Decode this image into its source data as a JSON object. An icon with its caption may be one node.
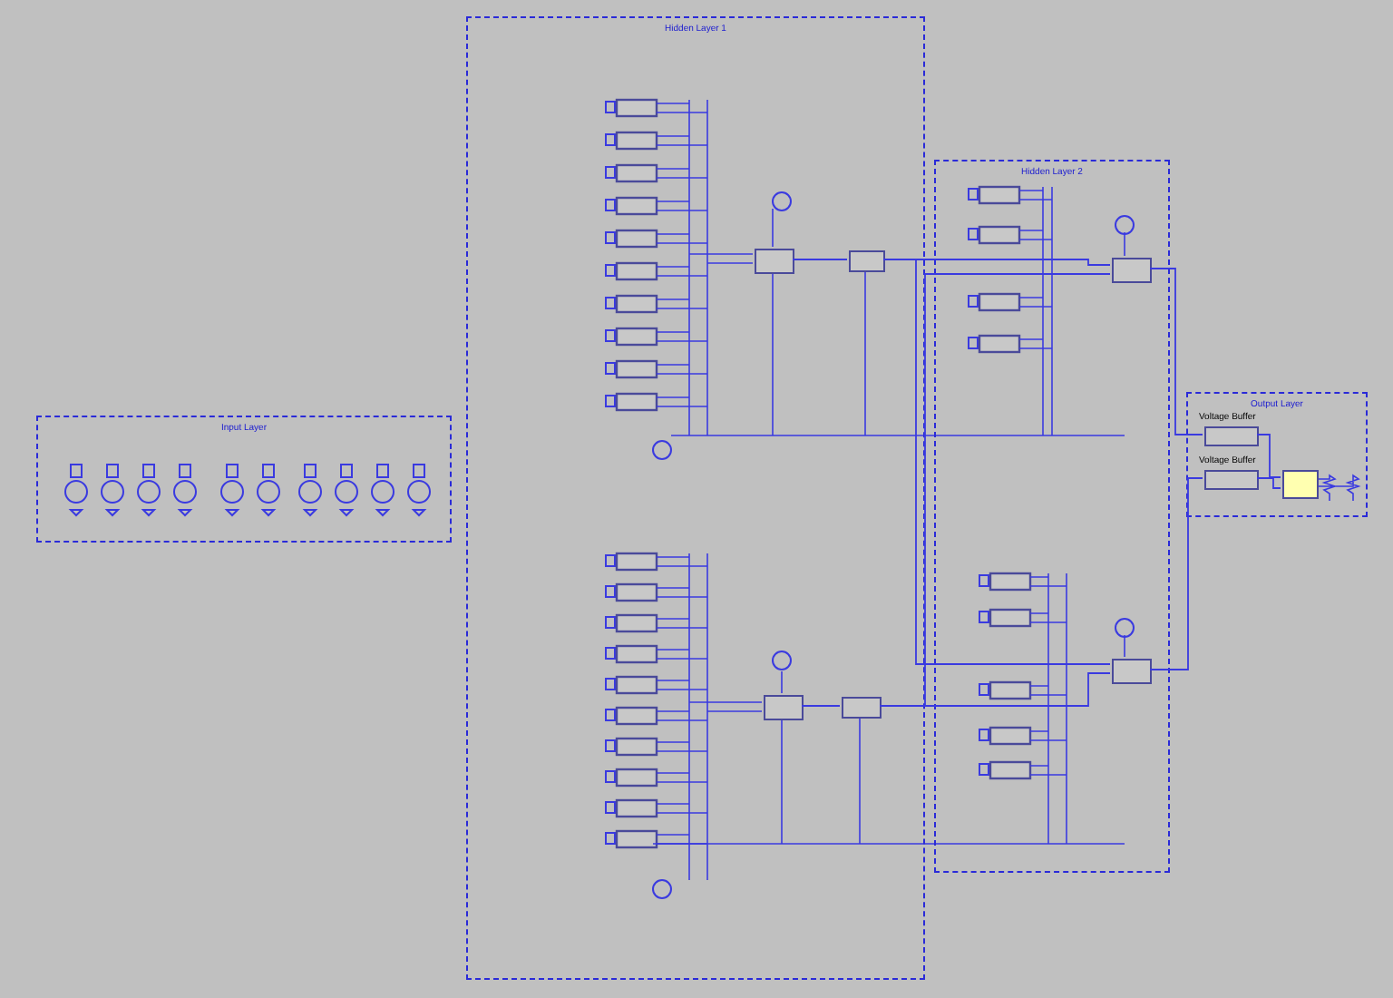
{
  "diagram": {
    "nodes": [
      {
        "text": [
          "Input Layer"
        ]
      },
      {
        "text": [
          "Hidden Layer 1"
        ]
      },
      {
        "text": [],
        "shape": "box",
        "in": 1
      },
      {
        "text": [],
        "shape": "box",
        "in": 1
      },
      {
        "text": [],
        "shape": "box",
        "in": 1
      },
      {
        "text": [],
        "shape": "box",
        "in": 1
      },
      {
        "text": [
          "Hidden Layer 2"
        ]
      },
      {
        "text": [],
        "shape": "box",
        "in": 6
      },
      {
        "text": [],
        "shape": "box",
        "in": 6
      },
      {
        "text": [
          "Output Layer"
        ]
      },
      {
        "text": [
          "Voltage Buffer"
        ],
        "in": 9
      },
      {
        "text": [
          "Voltage Buffer"
        ],
        "in": 9
      },
      {
        "text": [],
        "shape": "box",
        "in": 9
      }
    ],
    "edges": [
      {
        "from": 2,
        "to": 3,
        "arrow": "none"
      },
      {
        "from": 4,
        "to": 5,
        "arrow": "none"
      },
      {
        "from": 3,
        "to": 7,
        "arrow": "none"
      },
      {
        "from": 3,
        "to": 8,
        "arrow": "none"
      },
      {
        "from": 5,
        "to": 7,
        "arrow": "none"
      },
      {
        "from": 5,
        "to": 8,
        "arrow": "none"
      },
      {
        "from": 7,
        "to": 10,
        "arrow": "none"
      },
      {
        "from": 8,
        "to": 11,
        "arrow": "none"
      },
      {
        "from": 10,
        "to": 12,
        "arrow": "none"
      },
      {
        "from": 11,
        "to": 12,
        "arrow": "none"
      }
    ]
  }
}
